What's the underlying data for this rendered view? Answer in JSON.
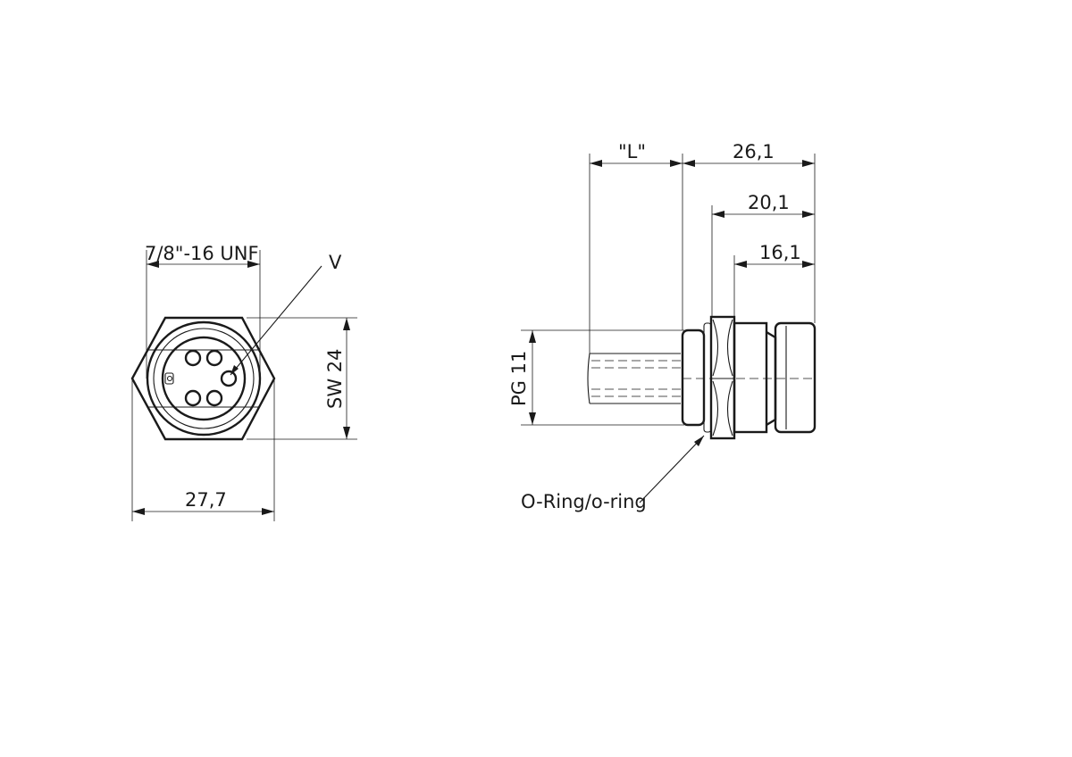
{
  "front_view": {
    "thread_label": "7/8\"-16 UNF",
    "callout_label": "V",
    "across_flats_label": "SW 24",
    "width_label": "27,7"
  },
  "side_view": {
    "cable_length_label": "\"L\"",
    "overall_length_label": "26,1",
    "body_length_label": "20,1",
    "front_length_label": "16,1",
    "gland_thread_label": "PG 11",
    "oring_label": "O-Ring/o-ring"
  },
  "colors": {
    "line": "#1a1a1a",
    "background": "#ffffff"
  }
}
